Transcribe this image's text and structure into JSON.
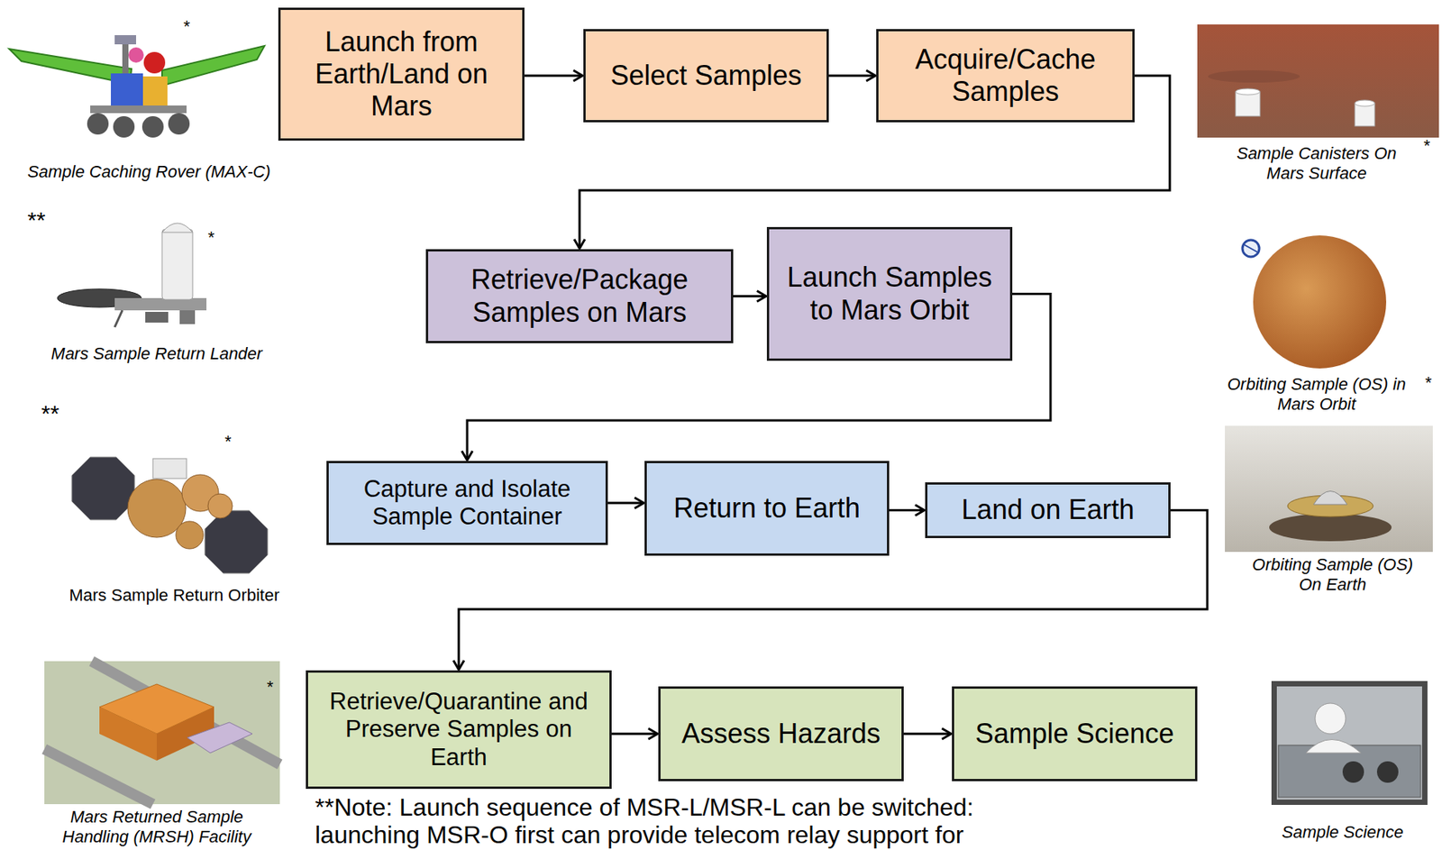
{
  "diagram": {
    "nodes": [
      {
        "text": [
          "Launch from Earth/Land on Mars"
        ]
      },
      {
        "text": [
          "Select Samples"
        ]
      },
      {
        "text": [
          "Acquire/Cache Samples"
        ]
      },
      {
        "text": [
          "Retrieve/Package Samples on Mars"
        ]
      },
      {
        "text": [
          "Launch Samples to Mars Orbit"
        ]
      },
      {
        "text": [
          "Capture and Isolate Sample Container"
        ]
      },
      {
        "text": [
          "Return to Earth"
        ]
      },
      {
        "text": [
          "Land on Earth"
        ]
      },
      {
        "text": [
          "Retrieve/Quarantine and Preserve Samples on Earth"
        ]
      },
      {
        "text": [
          "Assess Hazards"
        ]
      },
      {
        "text": [
          "Sample Science"
        ]
      }
    ],
    "edges": [
      {
        "from": 0,
        "to": 1,
        "arrow": "to"
      },
      {
        "from": 1,
        "to": 2,
        "arrow": "to"
      },
      {
        "from": 2,
        "to": 3,
        "arrow": "to"
      },
      {
        "from": 3,
        "to": 4,
        "arrow": "to"
      },
      {
        "from": 4,
        "to": 5,
        "arrow": "to"
      },
      {
        "from": 5,
        "to": 6,
        "arrow": "to"
      },
      {
        "from": 6,
        "to": 7,
        "arrow": "to"
      },
      {
        "from": 7,
        "to": 8,
        "arrow": "to"
      },
      {
        "from": 8,
        "to": 9,
        "arrow": "to"
      },
      {
        "from": 9,
        "to": 10,
        "arrow": "to"
      }
    ],
    "labels": [
      "*",
      "Sample Caching Rover (MAX-C)",
      "Sample Canisters On Mars Surface",
      "*",
      "**",
      "*",
      "Mars Sample Return Lander",
      "Orbiting Sample (OS) in Mars Orbit",
      "*",
      "**",
      "*",
      "Mars Sample Return Orbiter",
      "Orbiting Sample (OS) On Earth",
      "*",
      "Mars Returned Sample Handling (MRSH) Facility",
      "**Note: Launch sequence of MSR-L/MSR-L can be switched: launching MSR-O first can provide telecom relay support for",
      "Sample Science"
    ]
  }
}
